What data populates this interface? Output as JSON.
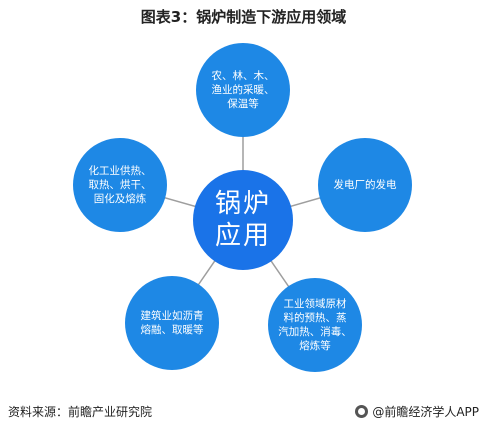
{
  "title": "图表3：锅炉制造下游应用领域",
  "center": {
    "label": "锅炉\n应用",
    "color": "#1a73e8"
  },
  "node_color": "#1e88e5",
  "nodes": [
    {
      "id": "top",
      "label": "农、林、木、\n渔业的采暖、\n保温等"
    },
    {
      "id": "right",
      "label": "发电厂的发电"
    },
    {
      "id": "bottom-right",
      "label": "工业领域原材\n料的预热、蒸\n汽加热、消毒、\n熔炼等"
    },
    {
      "id": "bottom-left",
      "label": "建筑业如沥青\n熔融、取暖等"
    },
    {
      "id": "left",
      "label": "化工业供热、\n取热、烘干、\n固化及熔炼"
    }
  ],
  "footer": {
    "source": "资料来源：前瞻产业研究院",
    "brand": "@前瞻经济学人APP"
  }
}
